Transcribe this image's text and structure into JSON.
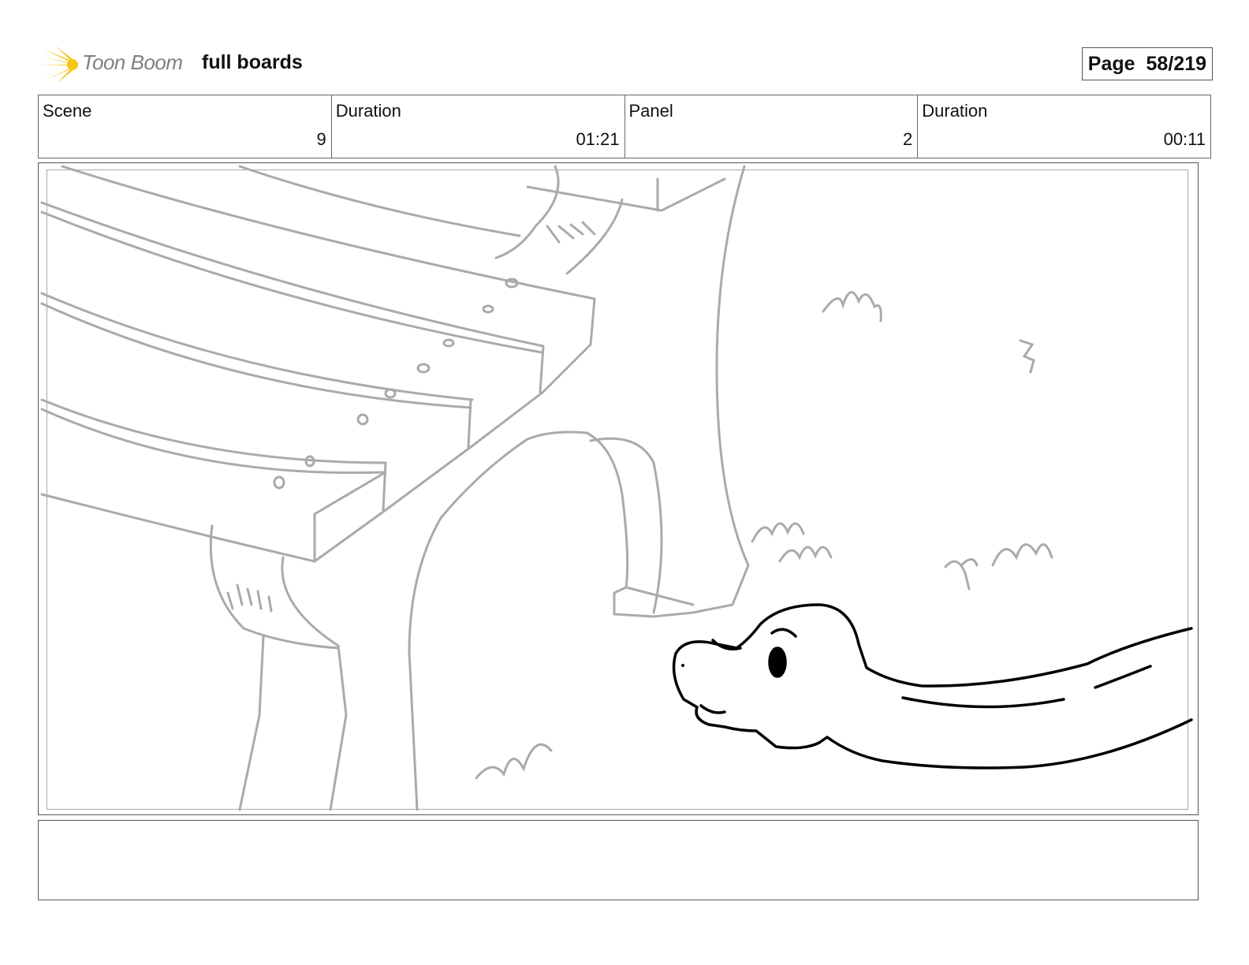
{
  "header": {
    "logo_text": "Toon Boom",
    "title": "full boards",
    "page_label": "Page",
    "page_number": "58/219"
  },
  "info": {
    "scene_label": "Scene",
    "scene_value": "9",
    "scene_duration_label": "Duration",
    "scene_duration_value": "01:21",
    "panel_label": "Panel",
    "panel_value": "2",
    "panel_duration_label": "Duration",
    "panel_duration_value": "00:11"
  },
  "colors": {
    "logo_accent": "#f5c518",
    "sketch_gray": "#aaaaaa",
    "ink": "#000000"
  },
  "notes": {
    "text": ""
  }
}
